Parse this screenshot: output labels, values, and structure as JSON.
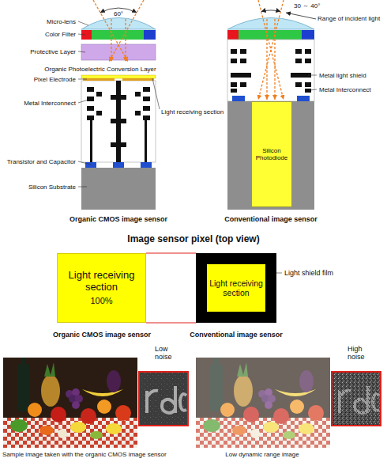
{
  "diagram": {
    "nodes": [
      {
        "text": [
          "Silicon Photodiode"
        ]
      },
      {
        "text": [
          "Light receiving section",
          "100%"
        ]
      },
      {
        "text": [
          "Light receiving section"
        ]
      }
    ],
    "labels": [
      "60°",
      "30 ～ 40°",
      "Range of incident light",
      "Micro-lens",
      "Color Filter",
      "Protective Layer",
      "Organic Photoelectric Conversion Layer",
      "Pixel Electrode",
      "Metal Interconnect",
      "Light receiving section",
      "Metal light shield",
      "Metal Interconnect",
      "Transistor and Capacitor",
      "Silicon Substrate",
      "Organic CMOS image sensor",
      "Conventional image sensor",
      "Image sensor pixel (top view)",
      "Light shield film",
      "Organic CMOS image sensor",
      "Conventional image sensor",
      "Low noise",
      "High noise",
      "Sample image taken with the organic CMOS image sensor",
      "Low dynamic range image"
    ]
  }
}
